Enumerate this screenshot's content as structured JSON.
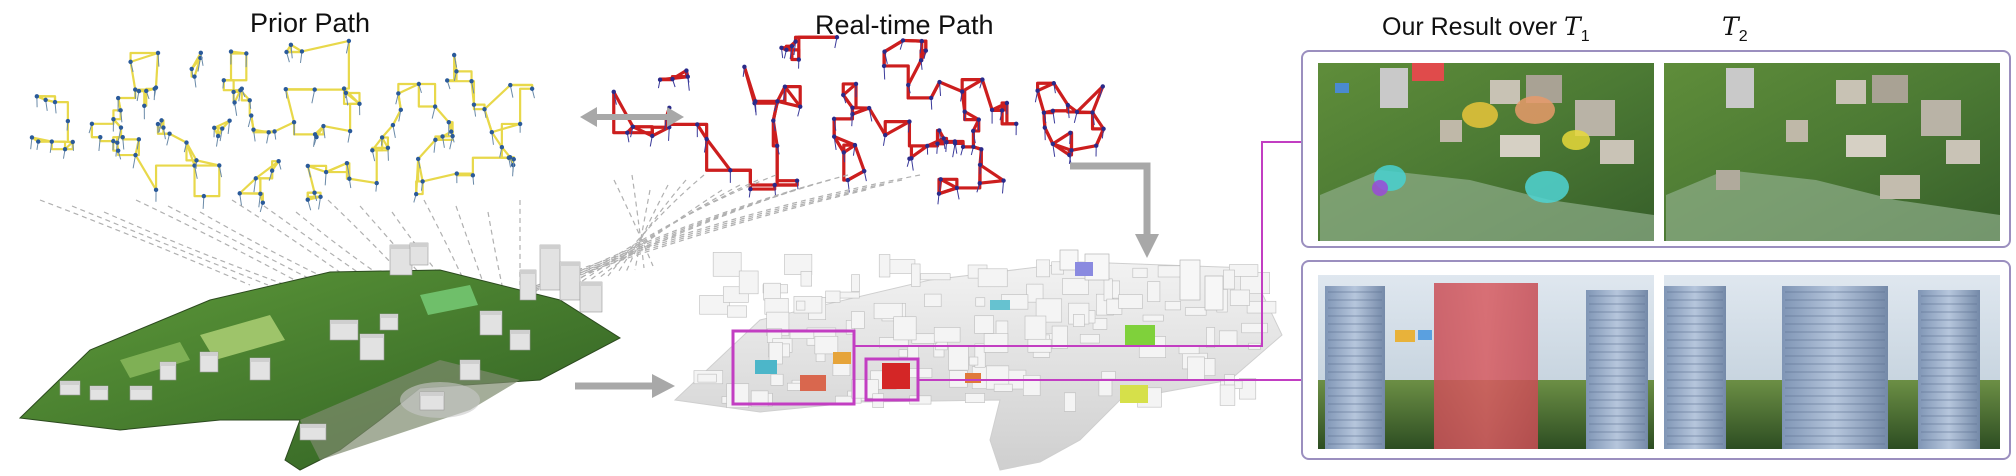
{
  "titles": {
    "prior": "Prior Path",
    "realtime": "Real-time Path",
    "result": "Our Result over ",
    "t1_base": "T",
    "t1_sub": "1",
    "t2_base": "T",
    "t2_sub": "2"
  },
  "colors": {
    "prior_path": "#e8d84a",
    "prior_node": "#2a5a9a",
    "realtime_path": "#cc1e1e",
    "realtime_node": "#2a2a8a",
    "arrow": "#a8a8a8",
    "highlight_box": "#c23ec2",
    "frame_border": "#9b8fbf",
    "vegetation": "#3f7a2e",
    "building_white": "#e6e6e6",
    "building_blue": "#8fa6c6"
  },
  "icons": [
    "bidirectional-arrow-icon",
    "right-arrow-icon",
    "down-arrow-icon"
  ]
}
